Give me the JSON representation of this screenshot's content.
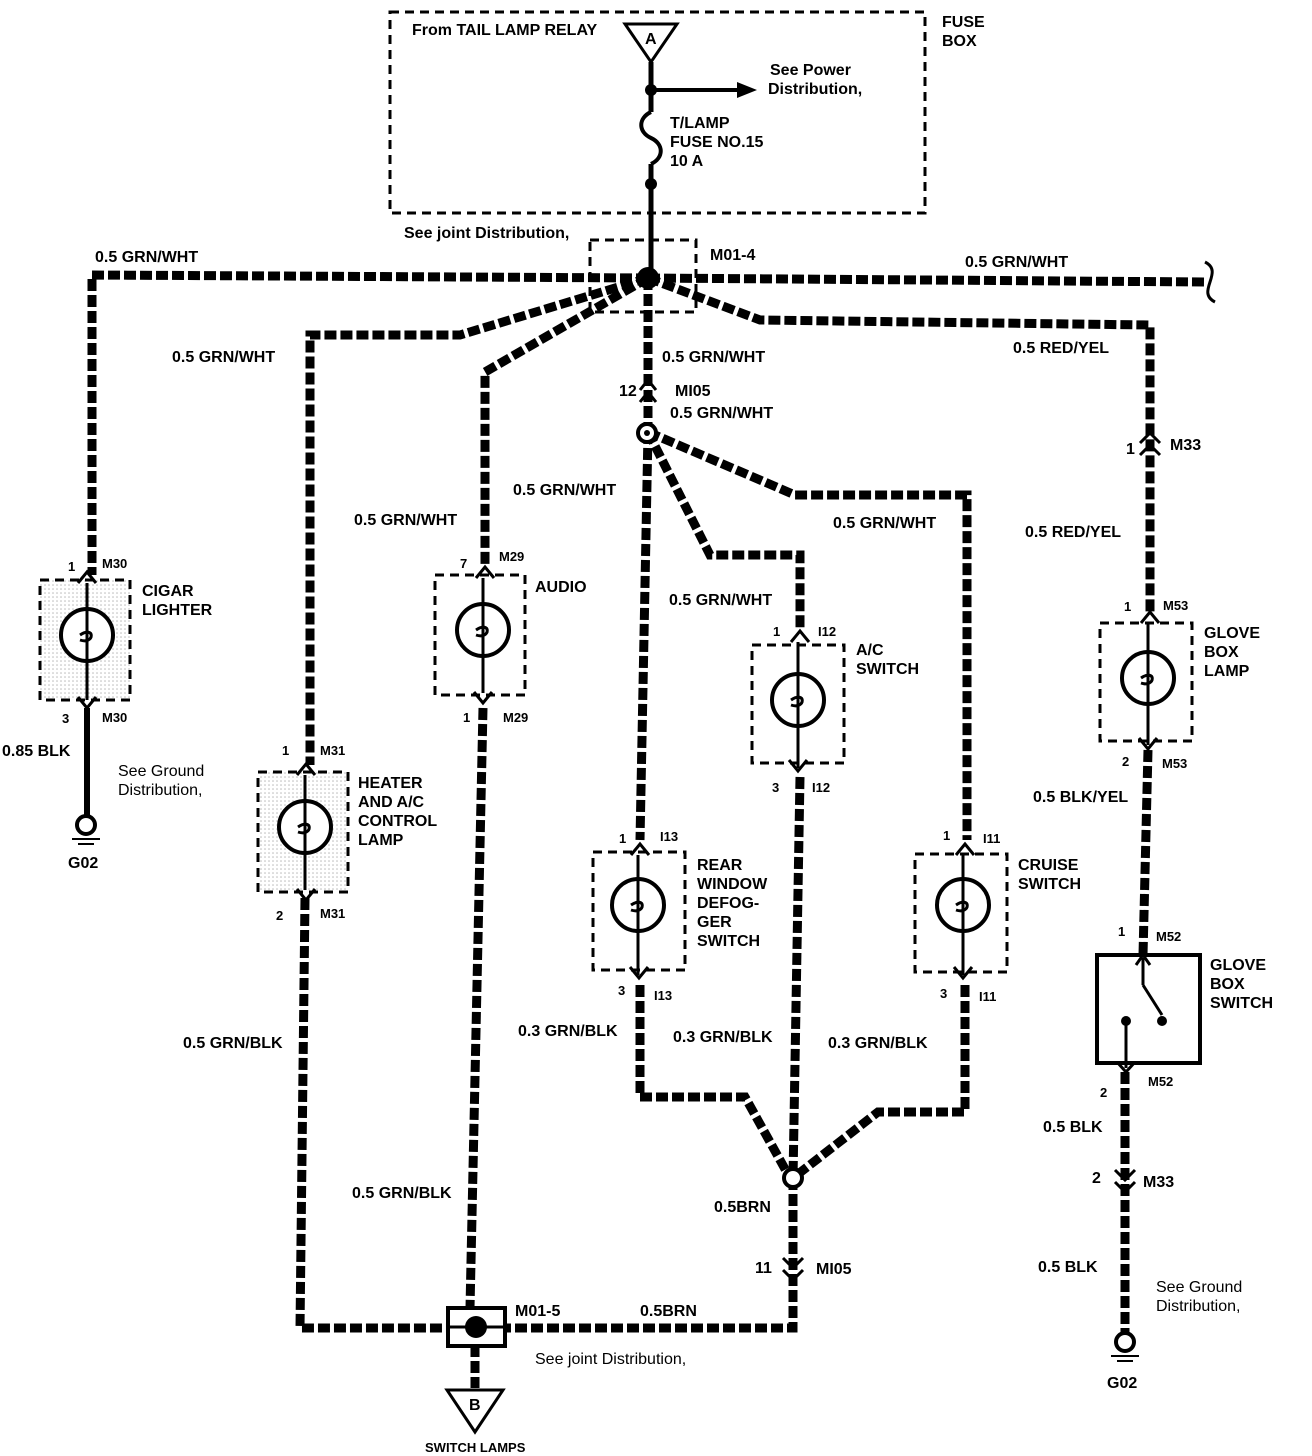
{
  "fuse_box": {
    "title_line1": "FUSE",
    "title_line2": "BOX",
    "from_relay": "From TAIL LAMP RELAY",
    "connector_a": "A",
    "see_power_line1": "See Power",
    "see_power_line2": "Distribution,",
    "fuse_line1": "T/LAMP",
    "fuse_line2": "FUSE NO.15",
    "fuse_line3": "10 A"
  },
  "joint_top": {
    "see_joint": "See joint Distribution,",
    "name": "M01-4"
  },
  "wires": {
    "w_left_top": "0.5 GRN/WHT",
    "w_right_top": "0.5 GRN/WHT",
    "w_heater_feed": "0.5 GRN/WHT",
    "w_center_feed": "0.5 GRN/WHT",
    "w_center_after": "0.5 GRN/WHT",
    "w_audio_feed": "0.5 GRN/WHT",
    "w_defog_feed": "0.5 GRN/WHT",
    "w_cruise_feed": "0.5 GRN/WHT",
    "w_ac_feed": "0.5 GRN/WHT",
    "w_red_top": "0.5 RED/YEL",
    "w_red_mid": "0.5 RED/YEL",
    "w_cigar_gnd": "0.85 BLK",
    "w_heater_out": "0.5 GRN/BLK",
    "w_audio_out": "0.5 GRN/BLK",
    "w_defog_out": "0.3 GRN/BLK",
    "w_ac_out": "0.3 GRN/BLK",
    "w_cruise_out": "0.3 GRN/BLK",
    "w_brn_down": "0.5BRN",
    "w_brn_bottom": "0.5BRN",
    "w_blk_yel": "0.5 BLK/YEL",
    "w_blk_1": "0.5 BLK",
    "w_blk_2": "0.5 BLK"
  },
  "connectors": {
    "mi05_top": {
      "pin": "12",
      "name": "MI05"
    },
    "mi05_bot": {
      "pin": "11",
      "name": "MI05"
    },
    "m33_top": {
      "pin": "1",
      "name": "M33"
    },
    "m33_bot": {
      "pin": "2",
      "name": "M33"
    }
  },
  "components": {
    "cigar": {
      "line1": "CIGAR",
      "line2": "LIGHTER",
      "pin_in": "1",
      "conn_in": "M30",
      "pin_out": "3",
      "conn_out": "M30"
    },
    "heater": {
      "line1": "HEATER",
      "line2": "AND A/C",
      "line3": "CONTROL",
      "line4": "LAMP",
      "pin_in": "1",
      "conn_in": "M31",
      "pin_out": "2",
      "conn_out": "M31"
    },
    "audio": {
      "line1": "AUDIO",
      "pin_in": "7",
      "conn_in": "M29",
      "pin_out": "1",
      "conn_out": "M29"
    },
    "ac_switch": {
      "line1": "A/C",
      "line2": "SWITCH",
      "pin_in": "1",
      "conn_in": "I12",
      "pin_out": "3",
      "conn_out": "I12"
    },
    "defog": {
      "line1": "REAR",
      "line2": "WINDOW",
      "line3": "DEFOG-",
      "line4": "GER",
      "line5": "SWITCH",
      "pin_in": "1",
      "conn_in": "I13",
      "pin_out": "3",
      "conn_out": "I13"
    },
    "cruise": {
      "line1": "CRUISE",
      "line2": "SWITCH",
      "pin_in": "1",
      "conn_in": "I11",
      "pin_out": "3",
      "conn_out": "I11"
    },
    "glove_lamp": {
      "line1": "GLOVE",
      "line2": "BOX",
      "line3": "LAMP",
      "pin_in": "1",
      "conn_in": "M53",
      "pin_out": "2",
      "conn_out": "M53"
    },
    "glove_switch": {
      "line1": "GLOVE",
      "line2": "BOX",
      "line3": "SWITCH",
      "pin_in": "1",
      "conn_in": "M52",
      "pin_out": "2",
      "conn_out": "M52"
    }
  },
  "grounds": {
    "left": {
      "name": "G02",
      "see_line1": "See Ground",
      "see_line2": "Distribution,"
    },
    "right": {
      "name": "G02",
      "see_line1": "See Ground",
      "see_line2": "Distribution,"
    }
  },
  "joint_bottom": {
    "name": "M01-5",
    "see_joint": "See joint Distribution,",
    "connector_b": "B",
    "switch_lamps": "SWITCH LAMPS"
  }
}
